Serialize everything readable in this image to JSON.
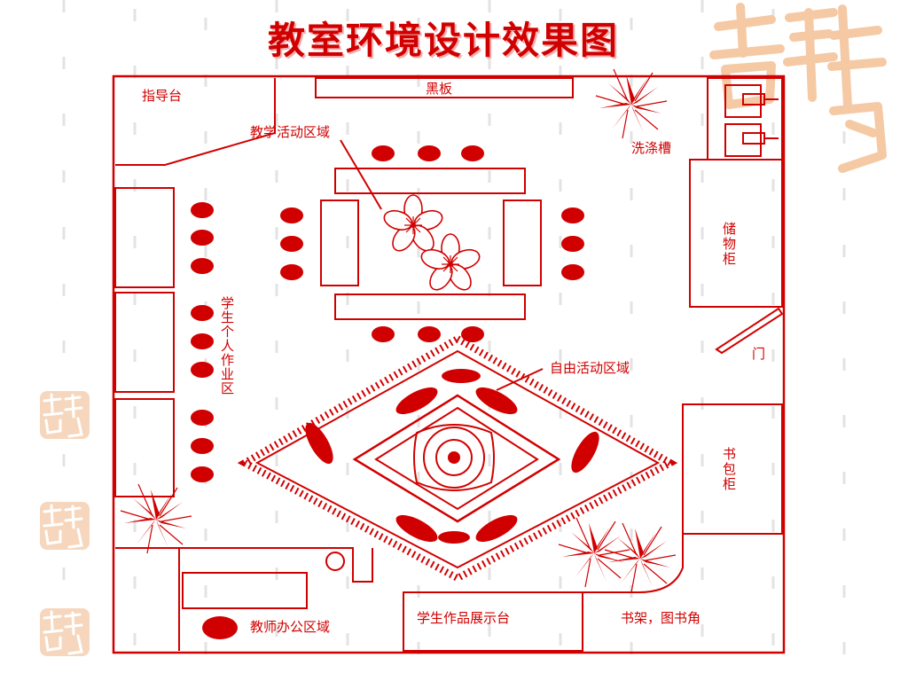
{
  "title": "教室环境设计效果图",
  "accent_color": "#d10000",
  "labels": {
    "guide_desk": "指导台",
    "blackboard": "黑板",
    "teaching_area": "教学活动区域",
    "sink": "洗涤槽",
    "storage": "储物柜",
    "individual_work": "学生个人作业区",
    "door": "门",
    "free_activity": "自由活动区域",
    "bag_cabinet": "书包柜",
    "teacher_office": "教师办公区域",
    "display_stand": "学生作品展示台",
    "bookshelf": "书架，图书角"
  },
  "seal_icon": "auspicious-seal-icon"
}
